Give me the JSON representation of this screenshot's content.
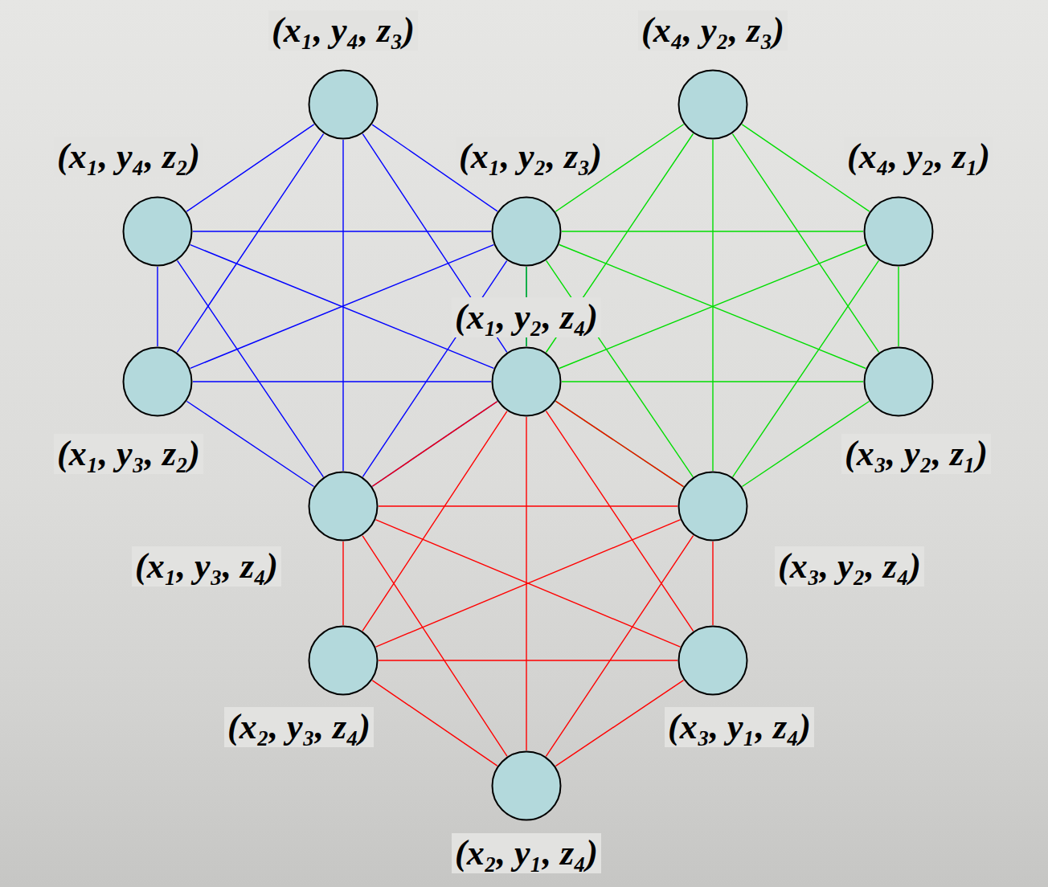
{
  "diagram": {
    "nodes": [
      {
        "text": [
          "(x₁, y₄, z₃)"
        ]
      },
      {
        "text": [
          "(x₄, y₂, z₃)"
        ]
      },
      {
        "text": [
          "(x₁, y₄, z₂)"
        ]
      },
      {
        "text": [
          "(x₁, y₂, z₃)"
        ]
      },
      {
        "text": [
          "(x₄, y₂, z₁)"
        ]
      },
      {
        "text": [
          "(x₁, y₃, z₂)"
        ]
      },
      {
        "text": [
          "(x₁, y₂, z₄)"
        ]
      },
      {
        "text": [
          "(x₃, y₂, z₁)"
        ]
      },
      {
        "text": [
          "(x₁, y₃, z₄)"
        ]
      },
      {
        "text": [
          "(x₃, y₂, z₄)"
        ]
      },
      {
        "text": [
          "(x₂, y₃, z₄)"
        ]
      },
      {
        "text": [
          "(x₃, y₁, z₄)"
        ]
      },
      {
        "text": [
          "(x₂, y₁, z₄)"
        ]
      }
    ],
    "edges": [
      {
        "from": 0,
        "to": 2,
        "arrow": "none"
      },
      {
        "from": 0,
        "to": 3,
        "arrow": "none"
      },
      {
        "from": 0,
        "to": 5,
        "arrow": "none"
      },
      {
        "from": 0,
        "to": 6,
        "arrow": "none"
      },
      {
        "from": 0,
        "to": 8,
        "arrow": "none"
      },
      {
        "from": 2,
        "to": 3,
        "arrow": "none"
      },
      {
        "from": 2,
        "to": 5,
        "arrow": "none"
      },
      {
        "from": 2,
        "to": 6,
        "arrow": "none"
      },
      {
        "from": 2,
        "to": 8,
        "arrow": "none"
      },
      {
        "from": 3,
        "to": 5,
        "arrow": "none"
      },
      {
        "from": 3,
        "to": 6,
        "arrow": "none"
      },
      {
        "from": 3,
        "to": 8,
        "arrow": "none"
      },
      {
        "from": 5,
        "to": 6,
        "arrow": "none"
      },
      {
        "from": 5,
        "to": 8,
        "arrow": "none"
      },
      {
        "from": 6,
        "to": 8,
        "arrow": "none"
      },
      {
        "from": 1,
        "to": 3,
        "arrow": "none"
      },
      {
        "from": 1,
        "to": 4,
        "arrow": "none"
      },
      {
        "from": 1,
        "to": 6,
        "arrow": "none"
      },
      {
        "from": 1,
        "to": 7,
        "arrow": "none"
      },
      {
        "from": 1,
        "to": 9,
        "arrow": "none"
      },
      {
        "from": 3,
        "to": 4,
        "arrow": "none"
      },
      {
        "from": 3,
        "to": 6,
        "arrow": "none"
      },
      {
        "from": 3,
        "to": 7,
        "arrow": "none"
      },
      {
        "from": 3,
        "to": 9,
        "arrow": "none"
      },
      {
        "from": 4,
        "to": 6,
        "arrow": "none"
      },
      {
        "from": 4,
        "to": 7,
        "arrow": "none"
      },
      {
        "from": 4,
        "to": 9,
        "arrow": "none"
      },
      {
        "from": 6,
        "to": 7,
        "arrow": "none"
      },
      {
        "from": 6,
        "to": 9,
        "arrow": "none"
      },
      {
        "from": 7,
        "to": 9,
        "arrow": "none"
      },
      {
        "from": 6,
        "to": 8,
        "arrow": "none"
      },
      {
        "from": 6,
        "to": 9,
        "arrow": "none"
      },
      {
        "from": 6,
        "to": 10,
        "arrow": "none"
      },
      {
        "from": 6,
        "to": 11,
        "arrow": "none"
      },
      {
        "from": 6,
        "to": 12,
        "arrow": "none"
      },
      {
        "from": 8,
        "to": 9,
        "arrow": "none"
      },
      {
        "from": 8,
        "to": 10,
        "arrow": "none"
      },
      {
        "from": 8,
        "to": 11,
        "arrow": "none"
      },
      {
        "from": 8,
        "to": 12,
        "arrow": "none"
      },
      {
        "from": 9,
        "to": 10,
        "arrow": "none"
      },
      {
        "from": 9,
        "to": 11,
        "arrow": "none"
      },
      {
        "from": 9,
        "to": 12,
        "arrow": "none"
      },
      {
        "from": 10,
        "to": 11,
        "arrow": "none"
      },
      {
        "from": 10,
        "to": 12,
        "arrow": "none"
      },
      {
        "from": 11,
        "to": 12,
        "arrow": "none"
      }
    ]
  }
}
